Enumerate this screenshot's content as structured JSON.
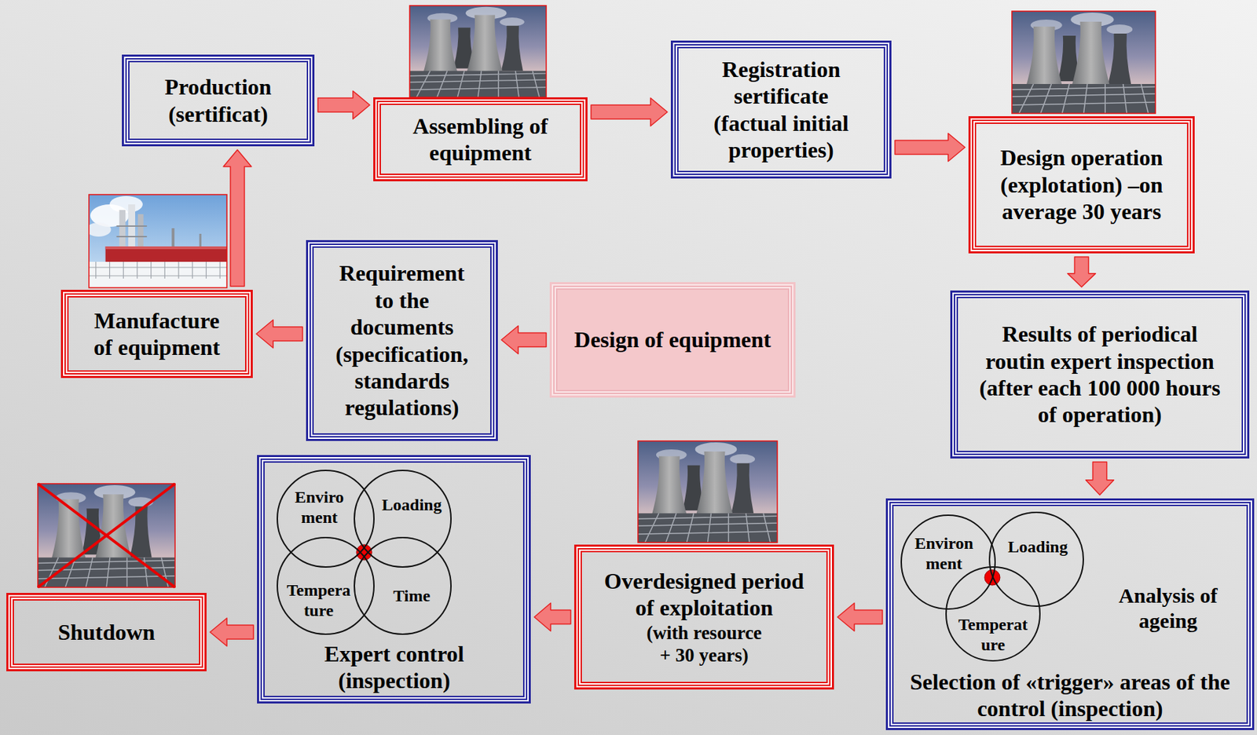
{
  "diagram": {
    "nodes": [
      {
        "text": [
          "Design of equipment"
        ]
      },
      {
        "text": [
          "Requirement to the documents (specification, standards regulations)"
        ]
      },
      {
        "text": [
          "Manufacture of equipment"
        ]
      },
      {
        "text": [
          "Production (sertificat)"
        ]
      },
      {
        "text": [
          "Assembling of equipment"
        ]
      },
      {
        "text": [
          "Registration sertificate (factual initial properties)"
        ]
      },
      {
        "text": [
          "Design operation (explotation) –on average 30 years"
        ]
      },
      {
        "text": [
          "Results of periodical routin expert inspection (after each 100 000 hours of operation)"
        ]
      },
      {
        "text": [
          "Analysis of ageing",
          "Selection of «trigger» areas of the control (inspection)"
        ]
      },
      {
        "text": [
          "Environ ment"
        ],
        "in": 8
      },
      {
        "text": [
          "Loading"
        ],
        "in": 8
      },
      {
        "text": [
          "Temperat ure"
        ],
        "in": 8
      },
      {
        "text": [
          "Overdesigned period of exploitation",
          "(with resource + 30 years)"
        ]
      },
      {
        "text": [
          "Expert control (inspection)"
        ]
      },
      {
        "text": [
          "Enviro ment"
        ],
        "in": 13
      },
      {
        "text": [
          "Loading"
        ],
        "in": 13
      },
      {
        "text": [
          "Tempera ture"
        ],
        "in": 13
      },
      {
        "text": [
          "Time"
        ],
        "in": 13
      },
      {
        "text": [
          "Shutdown"
        ]
      }
    ],
    "edges": [
      {
        "from": 0,
        "to": 1,
        "arrow": "to"
      },
      {
        "from": 1,
        "to": 2,
        "arrow": "to"
      },
      {
        "from": 2,
        "to": 3,
        "arrow": "to"
      },
      {
        "from": 3,
        "to": 4,
        "arrow": "to"
      },
      {
        "from": 4,
        "to": 5,
        "arrow": "to"
      },
      {
        "from": 5,
        "to": 6,
        "arrow": "to"
      },
      {
        "from": 6,
        "to": 7,
        "arrow": "to"
      },
      {
        "from": 7,
        "to": 8,
        "arrow": "to"
      },
      {
        "from": 8,
        "to": 12,
        "arrow": "to"
      },
      {
        "from": 12,
        "to": 13,
        "arrow": "to"
      },
      {
        "from": 13,
        "to": 18,
        "arrow": "to"
      }
    ]
  }
}
